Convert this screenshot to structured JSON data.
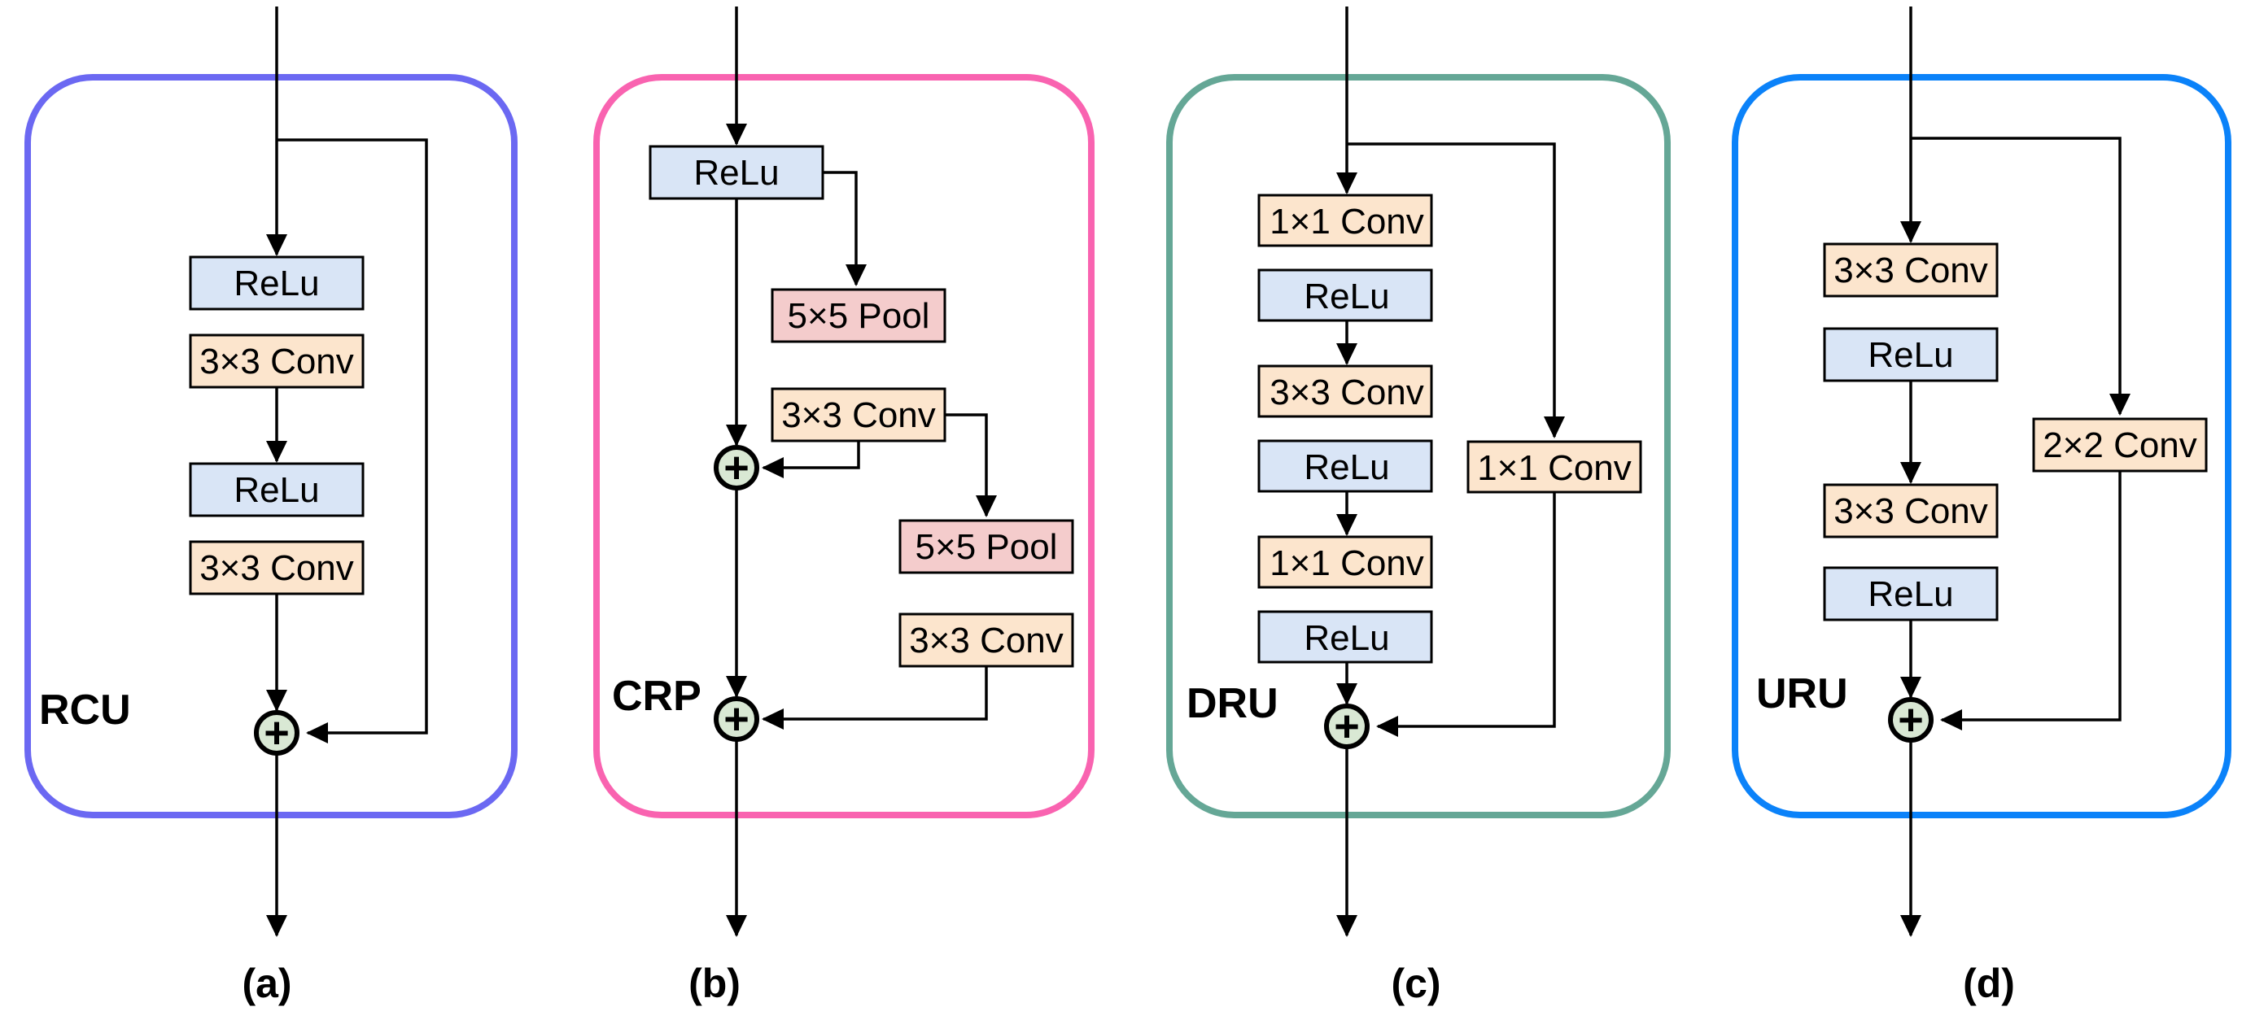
{
  "diagram": {
    "background": "#ffffff",
    "sum_operator": "+",
    "colors": {
      "relu_fill": "#d9e5f6",
      "conv_fill": "#fce5cd",
      "pool_fill": "#f4cccc",
      "sum_fill": "#d9e8d4",
      "box_stroke": "#000000",
      "line_color": "#000000"
    },
    "panels": [
      {
        "name": "RCU",
        "caption": "(a)",
        "border_color": "#6b68f2",
        "nodes": {
          "relu1": "ReLu",
          "conv1": "3×3 Conv",
          "relu2": "ReLu",
          "conv2": "3×3 Conv"
        }
      },
      {
        "name": "CRP",
        "caption": "(b)",
        "border_color": "#f963b0",
        "nodes": {
          "relu": "ReLu",
          "pool1": "5×5 Pool",
          "conv1": "3×3 Conv",
          "pool2": "5×5 Pool",
          "conv2": "3×3 Conv"
        }
      },
      {
        "name": "DRU",
        "caption": "(c)",
        "border_color": "#65a796",
        "nodes": {
          "conv1": "1×1 Conv",
          "relu1": "ReLu",
          "conv2": "3×3 Conv",
          "relu2": "ReLu",
          "conv3": "1×1 Conv",
          "relu3": "ReLu",
          "skip_conv": "1×1 Conv"
        }
      },
      {
        "name": "URU",
        "caption": "(d)",
        "border_color": "#0b82f9",
        "nodes": {
          "conv1": "3×3 Conv",
          "relu1": "ReLu",
          "conv2": "3×3 Conv",
          "relu2": "ReLu",
          "skip_conv": "2×2 Conv"
        }
      }
    ]
  }
}
